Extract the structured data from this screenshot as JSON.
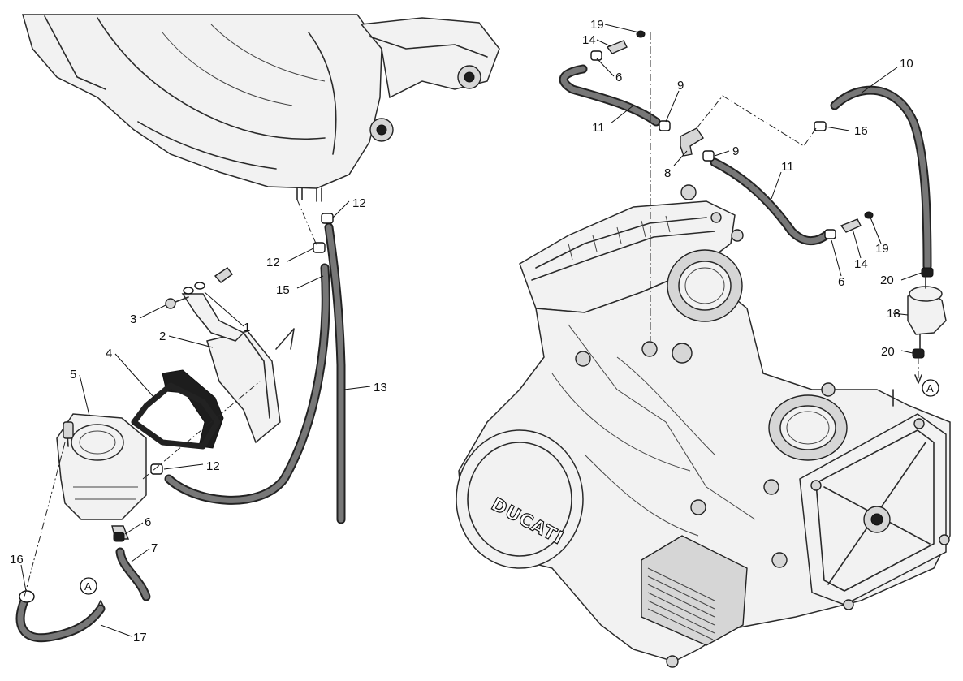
{
  "callouts": [
    {
      "id": "c19a",
      "text": "19"
    },
    {
      "id": "c14a",
      "text": "14"
    },
    {
      "id": "c6a",
      "text": "6"
    },
    {
      "id": "c11a",
      "text": "11"
    },
    {
      "id": "c9a",
      "text": "9"
    },
    {
      "id": "c9b",
      "text": "9"
    },
    {
      "id": "c8",
      "text": "8"
    },
    {
      "id": "c11b",
      "text": "11"
    },
    {
      "id": "c10",
      "text": "10"
    },
    {
      "id": "c16a",
      "text": "16"
    },
    {
      "id": "c19b",
      "text": "19"
    },
    {
      "id": "c14b",
      "text": "14"
    },
    {
      "id": "c6b",
      "text": "6"
    },
    {
      "id": "c20a",
      "text": "20"
    },
    {
      "id": "c18",
      "text": "18"
    },
    {
      "id": "c20b",
      "text": "20"
    },
    {
      "id": "c12a",
      "text": "12"
    },
    {
      "id": "c12b",
      "text": "12"
    },
    {
      "id": "c15",
      "text": "15"
    },
    {
      "id": "c13",
      "text": "13"
    },
    {
      "id": "c3",
      "text": "3"
    },
    {
      "id": "c1",
      "text": "1"
    },
    {
      "id": "c2",
      "text": "2"
    },
    {
      "id": "c4",
      "text": "4"
    },
    {
      "id": "c5",
      "text": "5"
    },
    {
      "id": "c12c",
      "text": "12"
    },
    {
      "id": "c6c",
      "text": "6"
    },
    {
      "id": "c7",
      "text": "7"
    },
    {
      "id": "c16b",
      "text": "16"
    },
    {
      "id": "c17",
      "text": "17"
    }
  ],
  "references": [
    {
      "id": "refA-right",
      "text": "A"
    },
    {
      "id": "refA-left",
      "text": "A"
    }
  ],
  "brand_logo": "DUCATI"
}
